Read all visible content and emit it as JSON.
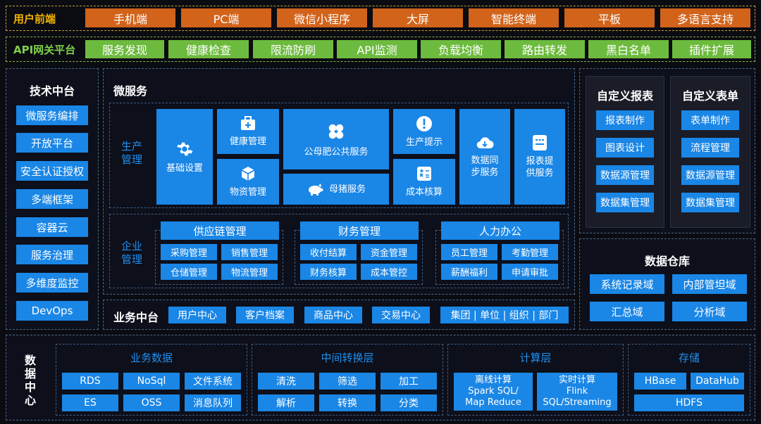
{
  "user_frontend": {
    "title": "用户前端",
    "items": [
      "手机端",
      "PC端",
      "微信小程序",
      "大屏",
      "智能终端",
      "平板",
      "多语言支持"
    ]
  },
  "api_gateway": {
    "title": "API网关平台",
    "items": [
      "服务发现",
      "健康检查",
      "限流防刷",
      "API监测",
      "负载均衡",
      "路由转发",
      "黑白名单",
      "插件扩展"
    ]
  },
  "tech_platform": {
    "title": "技术中台",
    "items": [
      "微服务编排",
      "开放平台",
      "安全认证授权",
      "多端框架",
      "容器云",
      "服务治理",
      "多维度监控",
      "DevOps"
    ]
  },
  "microservices": {
    "title": "微服务",
    "production": {
      "label": "生产\n管理",
      "tiles": {
        "base": "基础设置",
        "health": "健康管理",
        "material": "物资管理",
        "boar": "公母肥公共服务",
        "sow": "母猪服务",
        "tip": "生产提示",
        "cost": "成本核算",
        "sync": "数据同\n步服务",
        "report": "报表提\n供服务"
      }
    },
    "enterprise": {
      "label": "企业\n管理",
      "groups": [
        {
          "title": "供应链管理",
          "items": [
            "采购管理",
            "销售管理",
            "仓储管理",
            "物流管理"
          ]
        },
        {
          "title": "财务管理",
          "items": [
            "收付结算",
            "资金管理",
            "财务核算",
            "成本管控"
          ]
        },
        {
          "title": "人力办公",
          "items": [
            "员工管理",
            "考勤管理",
            "薪酬福利",
            "申请审批"
          ]
        }
      ]
    }
  },
  "business_platform": {
    "title": "业务中台",
    "items": [
      "用户中心",
      "客户档案",
      "商品中心",
      "交易中心",
      "集团 | 单位 | 组织 | 部门"
    ]
  },
  "custom_report": {
    "title": "自定义报表",
    "items": [
      "报表制作",
      "图表设计",
      "数据源管理",
      "数据集管理"
    ]
  },
  "custom_form": {
    "title": "自定义表单",
    "items": [
      "表单制作",
      "流程管理",
      "数据源管理",
      "数据集管理"
    ]
  },
  "data_warehouse": {
    "title": "数据仓库",
    "items": [
      "系统记录域",
      "内部管坦域",
      "汇总域",
      "分析域"
    ]
  },
  "data_center": {
    "title": "数\n据\n中\n心",
    "business_data": {
      "title": "业务数据",
      "items": [
        "RDS",
        "NoSql",
        "文件系统",
        "ES",
        "OSS",
        "消息队列"
      ]
    },
    "transform": {
      "title": "中间转换层",
      "items": [
        "清洗",
        "筛选",
        "加工",
        "解析",
        "转换",
        "分类"
      ]
    },
    "compute": {
      "title": "计算层",
      "items": [
        "离线计算\nSpark SQL/\nMap Reduce",
        "实时计算\nFlink\nSQL/Streaming"
      ]
    },
    "storage": {
      "title": "存储",
      "items": [
        "HBase",
        "DataHub",
        "HDFS"
      ]
    }
  },
  "colors": {
    "orange": "#d2631a",
    "green": "#6dbb3e",
    "blue": "#1a86e6",
    "title_yellow": "#f0b400",
    "title_green": "#7ed04a"
  }
}
